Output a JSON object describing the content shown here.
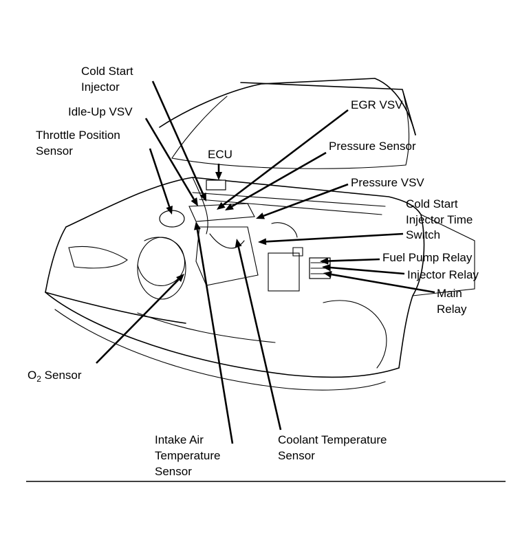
{
  "labels": {
    "cold_start_injector": [
      "Cold Start",
      "Injector"
    ],
    "idle_up_vsv": [
      "Idle-Up VSV"
    ],
    "throttle_position_sensor": [
      "Throttle Position",
      "Sensor"
    ],
    "ecu": [
      "ECU"
    ],
    "egr_vsv": [
      "EGR VSV"
    ],
    "pressure_sensor": [
      "Pressure Sensor"
    ],
    "pressure_vsv": [
      "Pressure VSV"
    ],
    "cold_start_injector_time_switch": [
      "Cold Start",
      "Injector Time",
      "Switch"
    ],
    "fuel_pump_relay": [
      "Fuel Pump Relay"
    ],
    "injector_relay": [
      "Injector Relay"
    ],
    "main_relay": [
      "Main",
      "Relay"
    ],
    "o2_sensor": [
      "O",
      "2",
      " Sensor"
    ],
    "intake_air_temperature_sensor": [
      "Intake Air",
      "Temperature",
      "Sensor"
    ],
    "coolant_temperature_sensor": [
      "Coolant Temperature",
      "Sensor"
    ]
  },
  "colors": {
    "ink": "#000000",
    "background": "#ffffff"
  }
}
